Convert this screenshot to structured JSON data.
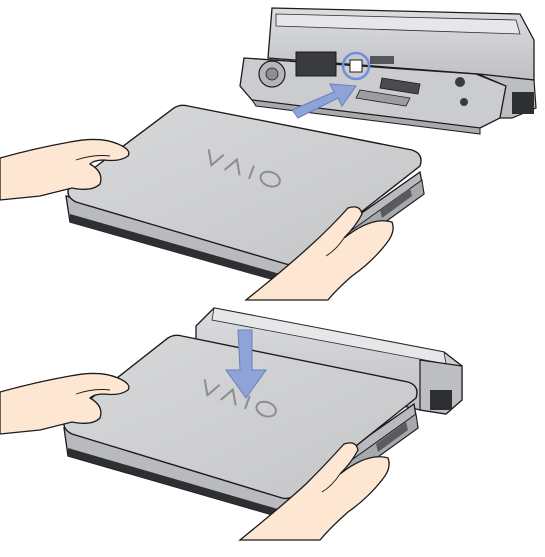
{
  "figure": {
    "steps": [
      {
        "id": "step-1",
        "action": "slide-laptop-toward-dock",
        "arrow_color": "#8ea4d8",
        "highlight_color": "#6f8fd8"
      },
      {
        "id": "step-2",
        "action": "lower-laptop-onto-dock",
        "arrow_color": "#8ea4d8"
      }
    ],
    "logo_text": "VAIO",
    "colors": {
      "device_body": "#c9cacc",
      "device_top": "#d3d4d6",
      "device_dark": "#2e2f33",
      "outline": "#1b1b1d",
      "skin": "#fde7d2",
      "background": "#ffffff"
    }
  }
}
